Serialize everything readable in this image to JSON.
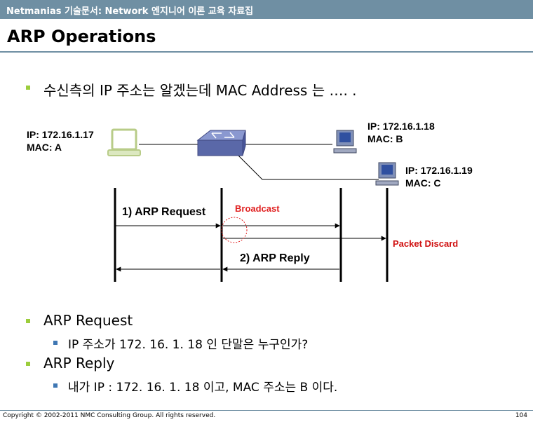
{
  "header": {
    "bar_title": "Netmanias 기술문서: Network 엔지니어 이론 교육 자료집",
    "slide_title": "ARP Operations"
  },
  "intro": {
    "text": "수신측의 IP 주소는 알겠는데 MAC Address 는 …. ."
  },
  "hosts": {
    "a": {
      "ip": "IP: 172.16.1.17",
      "mac": "MAC: A"
    },
    "b": {
      "ip": "IP: 172.16.1.18",
      "mac": "MAC: B"
    },
    "c": {
      "ip": "IP: 172.16.1.19",
      "mac": "MAC: C"
    }
  },
  "flow": {
    "request_label": "1) ARP Request",
    "broadcast_label": "Broadcast",
    "discard_label": "Packet Discard",
    "reply_label": "2) ARP Reply"
  },
  "notes": {
    "request_heading": "ARP Request",
    "request_detail": "IP 주소가 172. 16. 1. 18 인 단말은 누구인가?",
    "reply_heading": "ARP Reply",
    "reply_detail": "내가 IP : 172. 16. 1. 18 이고, MAC 주소는 B 이다."
  },
  "footer": {
    "copyright": "Copyright © 2002-2011 NMC Consulting Group. All rights reserved.",
    "page": "104"
  },
  "colors": {
    "header_bar": "#6f8fa3",
    "accent_red": "#e02020",
    "bullet_green": "#9ccd3c",
    "bullet_blue": "#3f77b3",
    "laptop_green": "#c8d8a0",
    "switch_blue": "#6070b0"
  }
}
